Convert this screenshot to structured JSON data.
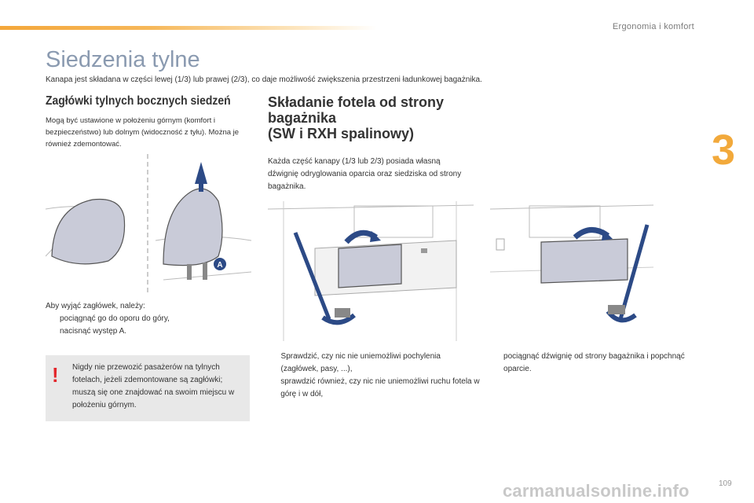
{
  "header": {
    "section_title": "Ergonomia i komfort",
    "chapter_number": "3",
    "accent_color": "#f2a93b"
  },
  "page": {
    "title": "Siedzenia tylne",
    "intro": "Kanapa jest składana w części lewej (1/3) lub prawej (2/3), co daje możliwość zwiększenia przestrzeni ładunkowej bagażnika.",
    "page_number": "109",
    "watermark": "carmanualsonline.info"
  },
  "left": {
    "heading": "Zagłówki tylnych bocznych siedzeń",
    "paragraph": "Mogą być ustawione w położeniu górnym (komfort i bezpieczeństwo) lub dolnym (widoczność z tyłu). Można je również zdemontować.",
    "figure_label": "A",
    "instr_intro": "Aby wyjąć zagłówek, należy:",
    "instr_items": [
      "pociągnąć go do oporu do góry,",
      "nacisnąć występ A."
    ],
    "bullet_char": "",
    "warning_mark": "!",
    "warning_text": "Nigdy nie przewozić pasażerów na tylnych fotelach, jeżeli zdemontowane są zagłówki; muszą się one znajdować na swoim miejscu w położeniu górnym."
  },
  "right": {
    "heading_line1": "Składanie fotela od strony",
    "heading_line2": "bagażnika",
    "heading_line3": "(SW i RXH spalinowy)",
    "paragraph": "Każda część kanapy (1/3 lub 2/3) posiada własną dźwignię odryglowania oparcia oraz siedziska od strony bagażnika.",
    "colA_items": [
      "Sprawdzić, czy nic nie uniemożliwi pochylenia (zagłówek, pasy, ...),",
      "sprawdzić również, czy nic nie uniemożliwi ruchu fotela w górę i w dół,"
    ],
    "colB_items": [
      "pociągnąć dźwignię od strony bagażnika i popchnąć oparcie."
    ]
  }
}
